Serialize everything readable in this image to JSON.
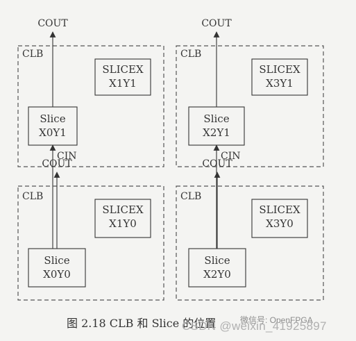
{
  "colors": {
    "line": "#333333",
    "dash": "#555555",
    "background": "#f4f4f2"
  },
  "clbs": [
    {
      "id": "clb-x0y1",
      "label": "CLB",
      "slicex": [
        "SLICEX",
        "X1Y1"
      ],
      "slice": [
        "Slice",
        "X0Y1"
      ],
      "cout_label": "COUT",
      "cin_label": "CIN"
    },
    {
      "id": "clb-x2y1",
      "label": "CLB",
      "slicex": [
        "SLICEX",
        "X3Y1"
      ],
      "slice": [
        "Slice",
        "X2Y1"
      ],
      "cout_label": "COUT",
      "cin_label": "CIN"
    },
    {
      "id": "clb-x0y0",
      "label": "CLB",
      "slicex": [
        "SLICEX",
        "X1Y0"
      ],
      "slice": [
        "Slice",
        "X0Y0"
      ],
      "cout_label": "COUT",
      "cin_label": ""
    },
    {
      "id": "clb-x2y0",
      "label": "CLB",
      "slicex": [
        "SLICEX",
        "X3Y0"
      ],
      "slice": [
        "Slice",
        "X2Y0"
      ],
      "cout_label": "COUT",
      "cin_label": ""
    }
  ],
  "caption": "图 2.18   CLB 和 Slice 的位置",
  "watermark": {
    "line1": "微信号: OpenFPGA",
    "line2": "CSDN @weixin_41925897"
  }
}
